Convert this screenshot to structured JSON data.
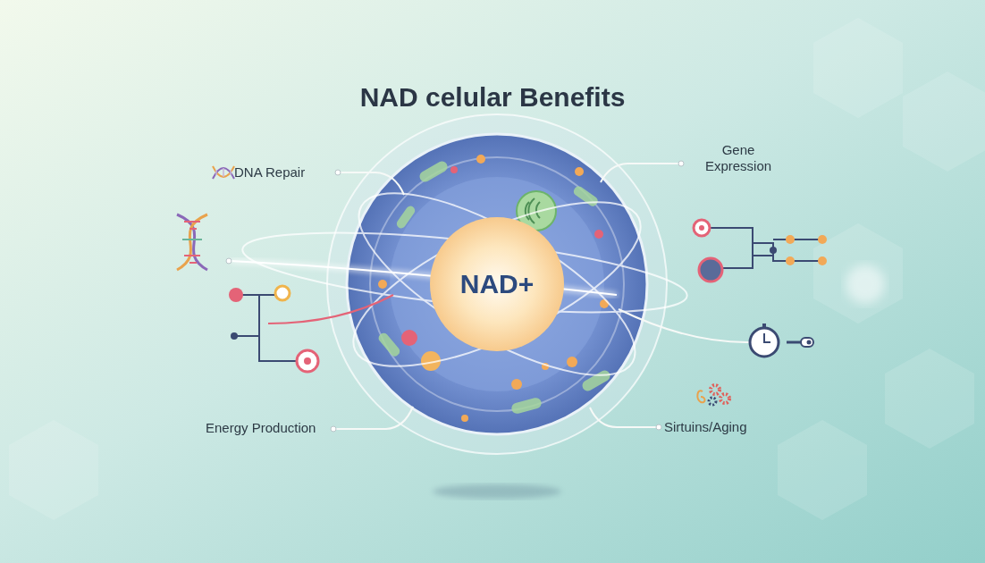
{
  "diagram": {
    "title": "NAD celular Benefits",
    "nodes": [
      {
        "text": [
          "NAD+"
        ]
      }
    ],
    "labels": [
      "DNA Repair",
      "Gene Expression",
      "Energy Production",
      "Sirtuins/Aging"
    ]
  }
}
